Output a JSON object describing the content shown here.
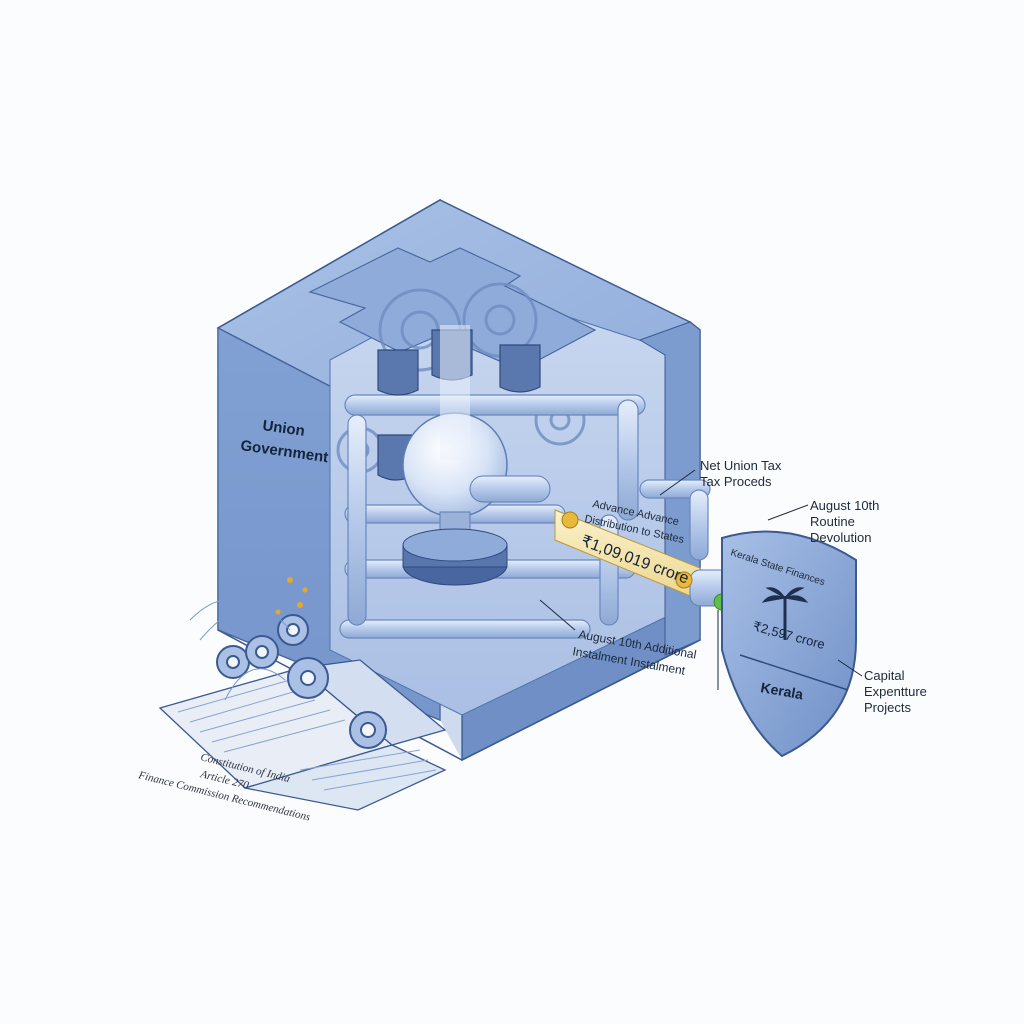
{
  "labels": {
    "union_government_1": "Union",
    "union_government_2": "Government",
    "net_union_tax_1": "Net Union Tax",
    "net_union_tax_2": "Tax Proceds",
    "advance_1": "Advance Advance",
    "advance_2": "Distribution to States",
    "amount_main": "₹1,09,019 crore",
    "aug10_routine_1": "August 10th",
    "aug10_routine_2": "Routine",
    "aug10_routine_3": "Devolution",
    "aug10_additional_1": "August 10th Additional",
    "aug10_additional_2": "Instalment Instalment",
    "kerala_state_finances": "Kerala State Finances",
    "kerala_amount": "₹2,597 crore",
    "kerala": "Kerala",
    "capital_1": "Capital",
    "capital_2": "Expentture",
    "capital_3": "Projects",
    "constitution_1": "Constitution of India",
    "constitution_2": "Article 270",
    "constitution_3": "Finance Commission Recommendations"
  },
  "colors": {
    "cube_front": "#7f9fd1",
    "cube_side": "#6d8cc2",
    "cube_top": "#9db8e0",
    "pipe": "#b7cbea",
    "amount_band": "#f3e2a6",
    "gold_dot": "#e8b93a",
    "green_dot": "#5fbf4a",
    "shield": "#86a6d6"
  },
  "icons": [
    "gear-icon",
    "palm-tree-icon",
    "open-book-icon",
    "light-bulb-icon"
  ]
}
